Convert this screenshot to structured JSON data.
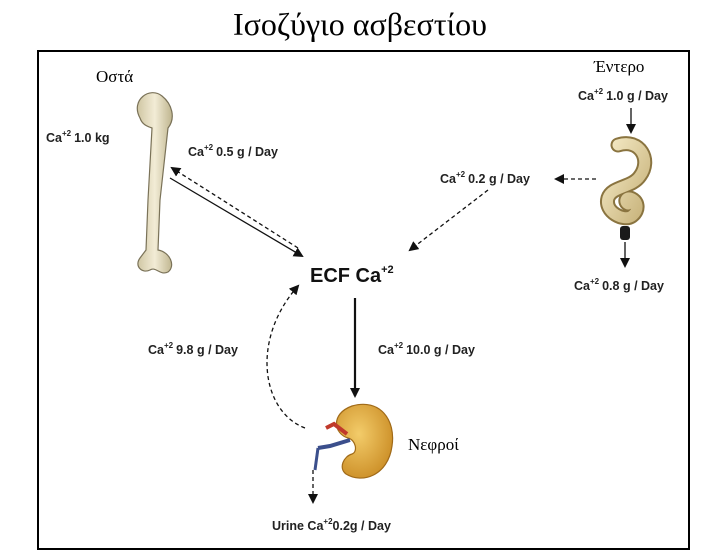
{
  "title": "Ισοζύγιο ασβεστίου",
  "organs": {
    "bone": "Οστά",
    "intestine": "Έντερο",
    "kidney": "Νεφροί"
  },
  "center": {
    "label": "ECF Ca",
    "charge": "+2"
  },
  "flows": {
    "bone_store": {
      "ion": "Ca",
      "charge": "+2",
      "amount": "1.0 kg"
    },
    "bone_exchange": {
      "ion": "Ca",
      "charge": "+2",
      "amount": "0.5 g / Day"
    },
    "intake": {
      "ion": "Ca",
      "charge": "+2",
      "amount": "1.0 g / Day"
    },
    "absorbed": {
      "ion": "Ca",
      "charge": "+2",
      "amount": "0.2 g / Day"
    },
    "fecal": {
      "ion": "Ca",
      "charge": "+2",
      "amount": "0.8 g / Day"
    },
    "reabsorbed": {
      "ion": "Ca",
      "charge": "+2",
      "amount": "9.8 g / Day"
    },
    "filtered": {
      "ion": "Ca",
      "charge": "+2",
      "amount": "10.0 g / Day"
    },
    "urine": {
      "prefix": "Urine Ca",
      "charge": "+2",
      "amount": "0.2g / Day"
    }
  },
  "colors": {
    "bone": "#e9e2c8",
    "kidney": "#e0a93a",
    "intestine": "#e8d9a8",
    "arrow": "#111111"
  }
}
